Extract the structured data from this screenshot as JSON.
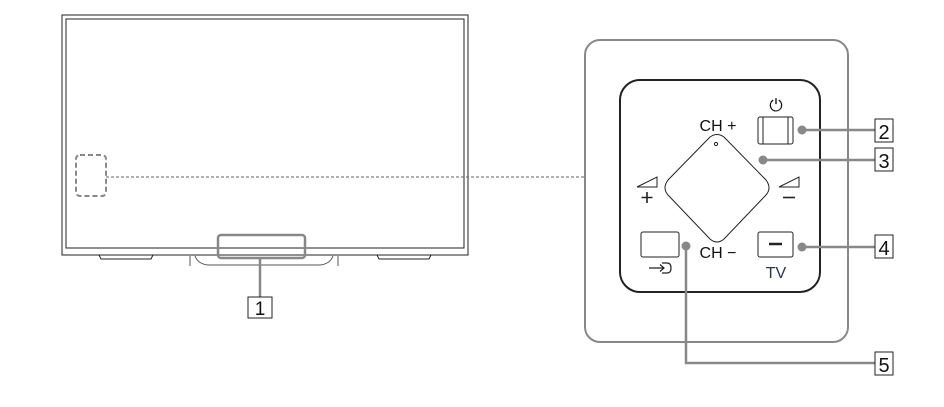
{
  "colors": {
    "line": "#222222",
    "callout": "#888888",
    "tv_label": "#2a3550"
  },
  "tv": {
    "callout_number": "1"
  },
  "panel": {
    "ch_plus": "CH +",
    "ch_minus": "CH −",
    "tv_label": "TV",
    "icons": [
      "power-icon",
      "volume-up-icon",
      "volume-down-icon",
      "input-icon"
    ]
  },
  "callouts": {
    "c2": "2",
    "c3": "3",
    "c4": "4",
    "c5": "5"
  }
}
